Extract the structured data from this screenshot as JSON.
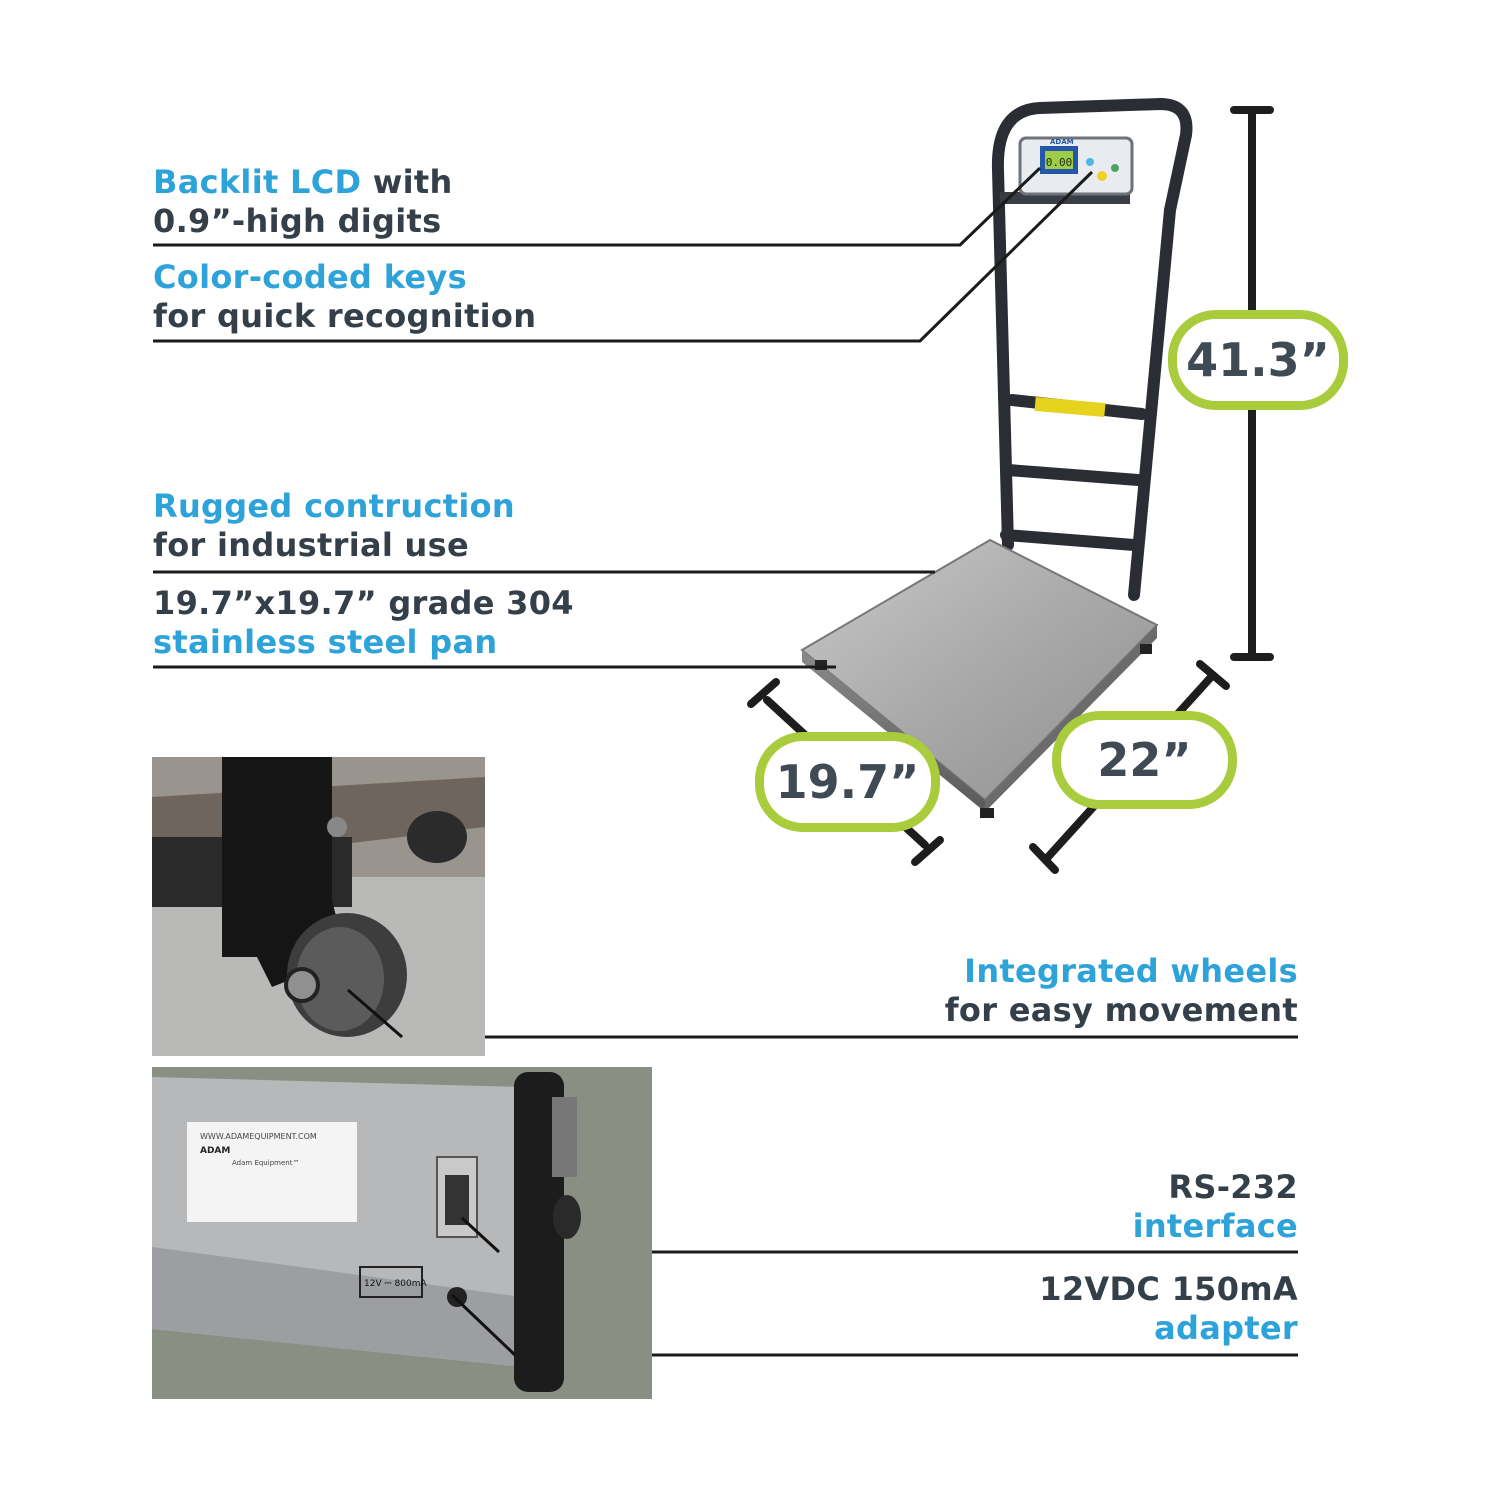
{
  "callouts": {
    "lcd": {
      "highlight": "Backlit LCD",
      "rest": " with",
      "line2": "0.9”-high digits"
    },
    "keys": {
      "line1": "Color-coded keys",
      "line2": "for quick recognition"
    },
    "rugged": {
      "line1": "Rugged contruction",
      "line2": "for industrial use"
    },
    "pan": {
      "line1": "19.7”x19.7” grade 304",
      "line2": "stainless steel pan"
    },
    "wheels": {
      "line1": "Integrated wheels",
      "line2": "for easy movement"
    },
    "rs232": {
      "line1": "RS-232",
      "line2": "interface"
    },
    "adapter": {
      "line1": "12VDC 150mA",
      "line2": "adapter"
    }
  },
  "dimensions": {
    "height": "41.3”",
    "width": "19.7”",
    "depth": "22”"
  },
  "product_text": {
    "display_readout": "0.00",
    "brand": "ADAM",
    "website": "WWW.ADAMEQUIPMENT.COM",
    "company": "Adam Equipment™",
    "power_label": "12V ⎓ 800mA"
  },
  "colors": {
    "accent_blue": "#2ea3d9",
    "accent_green": "#a8cc3b",
    "text_dark": "#343f4a"
  }
}
